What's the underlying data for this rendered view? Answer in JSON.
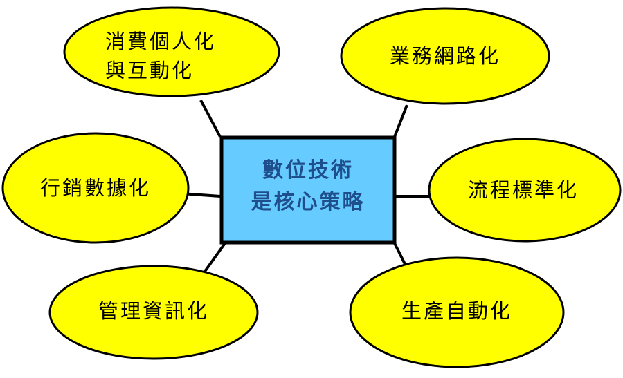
{
  "center": {
    "lines": [
      "數位技術",
      "是核心策略"
    ]
  },
  "nodes": {
    "consumer": {
      "lines": [
        "消費個人化",
        "與互動化"
      ]
    },
    "business": {
      "lines": [
        "業務網路化"
      ]
    },
    "marketing": {
      "lines": [
        "行銷數據化"
      ]
    },
    "process": {
      "lines": [
        "流程標準化"
      ]
    },
    "management": {
      "lines": [
        "管理資訊化"
      ]
    },
    "production": {
      "lines": [
        "生產自動化"
      ]
    }
  },
  "colors": {
    "node_fill": "#ffff00",
    "center_fill": "#66ccff",
    "center_text": "#1f4e8c"
  }
}
